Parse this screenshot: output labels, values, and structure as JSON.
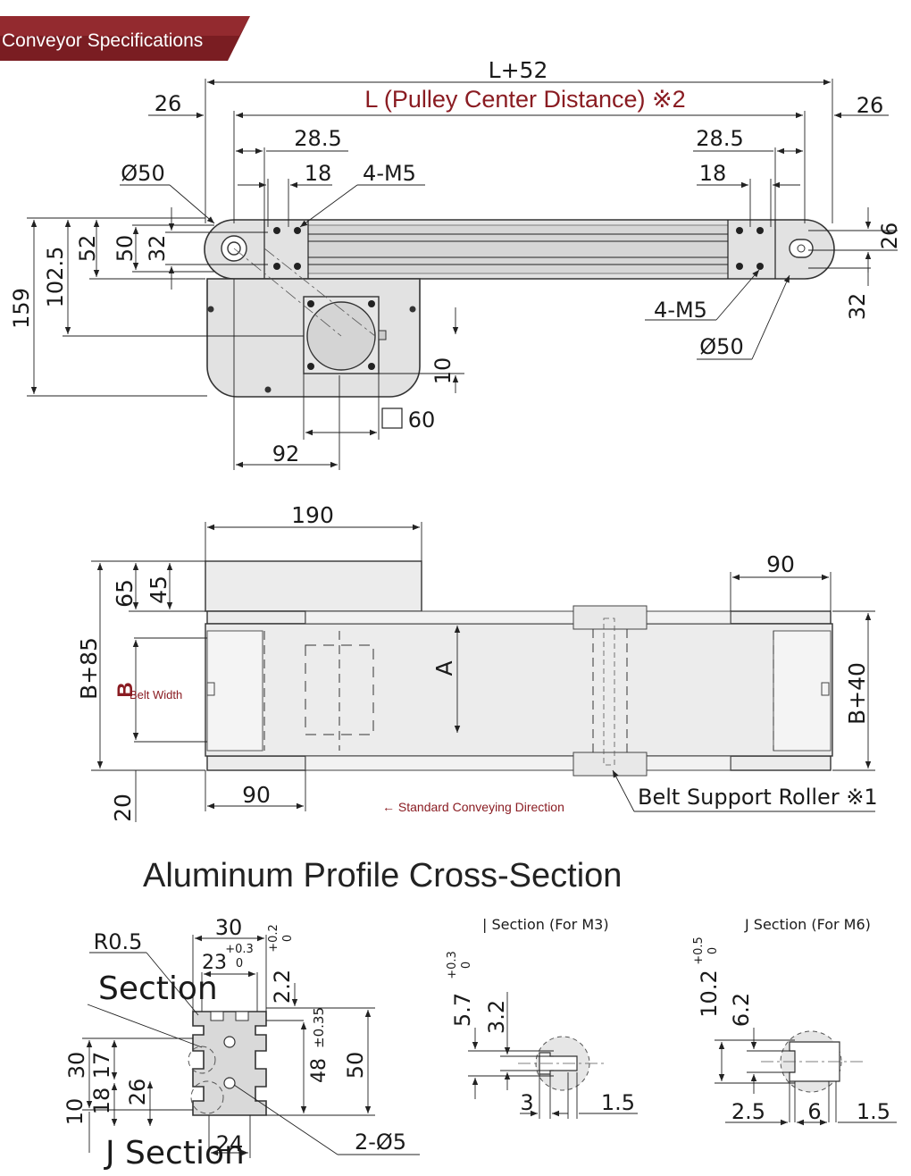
{
  "header": {
    "label": "Conveyor Specifications",
    "color_dark": "#7a1d22",
    "color_mid": "#b03a3e"
  },
  "side_view": {
    "overall_length": "L+52",
    "pulley_center": "L (Pulley Center Distance) ※2",
    "end_left": "26",
    "end_right": "26",
    "hole_offset_left": "28.5",
    "hole_offset_right": "28.5",
    "hole_spacing_left": "18",
    "hole_spacing_right": "18",
    "thread_top": "4-M5",
    "thread_bottom": "4-M5",
    "pulley_dia_left": "Ø50",
    "pulley_dia_right": "Ø50",
    "h159": "159",
    "h102": "102.5",
    "h52": "52",
    "h50": "50",
    "h32": "32",
    "r26": "26",
    "r32": "32",
    "motor_square": "60",
    "motor_offset": "10",
    "motor_pos": "92"
  },
  "top_view": {
    "motor_width": "190",
    "motor_h65": "65",
    "motor_h45": "45",
    "right_end": "90",
    "left_end": "90",
    "width_total": "B+85",
    "width_b": "B",
    "width_b_label": "Belt Width",
    "width_right": "B+40",
    "bottom_20": "20",
    "dim_a": "A",
    "direction": "← Standard Conveying Direction",
    "roller": "Belt Support Roller ※1"
  },
  "cross_section": {
    "title": "Aluminum Profile Cross-Section",
    "w30": "30",
    "r05": "R0.5",
    "d23": "23",
    "d23_tol_up": "+0.3",
    "d23_tol_low": "0",
    "d22": "2.2",
    "d22_tol_up": "+0.2",
    "d22_tol_low": "0",
    "i_label": "Section",
    "j_label": "J Section",
    "h30": "30",
    "h17": "17",
    "h18": "18",
    "h26": "26",
    "h10": "10",
    "h48": "48",
    "h48_tol": "±0.35",
    "h50": "50",
    "w24": "24",
    "holes": "2-Ø5"
  },
  "i_section": {
    "title": "| Section (For M3)",
    "d57": "5.7",
    "d57_tol_up": "+0.3",
    "d57_tol_low": "0",
    "d32": "3.2",
    "d3": "3",
    "d15": "1.5"
  },
  "j_section": {
    "title": "J Section (For M6)",
    "d102": "10.2",
    "d102_tol_up": "+0.5",
    "d102_tol_low": "0",
    "d62": "6.2",
    "d25": "2.5",
    "d6": "6",
    "d15": "1.5"
  }
}
